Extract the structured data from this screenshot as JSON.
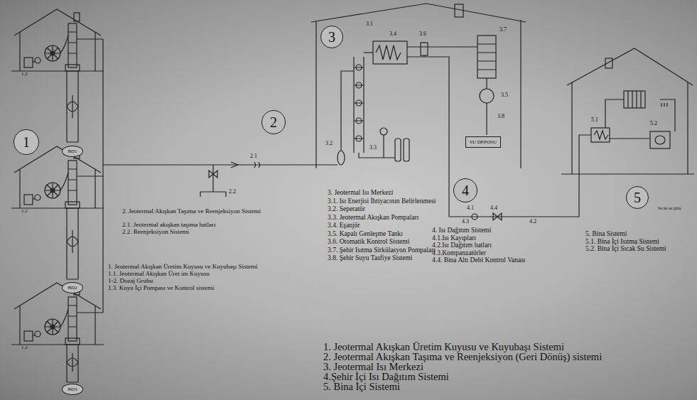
{
  "diagram": {
    "nodes": [
      {
        "text": [
          "1"
        ]
      },
      {
        "text": [
          "BD1"
        ]
      },
      {
        "text": [
          "BD2"
        ]
      },
      {
        "text": [
          "BD3"
        ]
      },
      {
        "text": [
          "2"
        ]
      },
      {
        "text": [
          "3"
        ]
      },
      {
        "text": [
          "SU DEPOSU"
        ]
      },
      {
        "text": [
          "4"
        ]
      },
      {
        "text": [
          "5"
        ]
      }
    ],
    "labels": [
      "1.2",
      "1.2",
      "1.2",
      "2.1",
      "2.2",
      "3.1",
      "3.4",
      "3.6",
      "3.7",
      "3.5",
      "3.8",
      "3.2",
      "3.3",
      "4.1",
      "4.4",
      "4.3",
      "4.2",
      "5.1",
      "5.2",
      "Sıcak su giriş",
      "2. Jeotermal Akışkan Taşıma ve Reenjeksiyon Sistemi",
      "2.1. Jeotermal akışkan taşıma hatları",
      "2.2. Reenjeksiyon Sistemi",
      "3. Jeotermal Isı Merkezi",
      "3.1. Isı Enerjisi İhtiyacının Belirlenmesi",
      "3.2. Seperatör",
      "3.3. Jeotermal Akışkan Pompaları",
      "3.4. Eşanjör",
      "3.5. Kapalı Genleşme Tankı",
      "3.6. Otomatik Kontrol Sistemi",
      "3.7. Şehir Isıtma Sirkülasyon Pompaları",
      "3.8. Şehir Suyu Tasfiye Sistemi",
      "4. Isı Dağıtım Sistemi",
      "4.1.Isı Kayıpları",
      "4.2.Isı Dağıtım hatları",
      "4.3.Kompanzatörler",
      "4.4. Bina Altı Debi Kontrol Vanası",
      "5. Bina Sistemi",
      "5.1. Bina İçi Isıtma Sistemi",
      "5.2. Bina İçi Sıcak Su Sistemi",
      "1. Jeotermal Akışkan Üretim Kuyusu ve Kuyubaşı Sistemi",
      "1.1. Jeotermal Akışkan Üret im Kuyusu",
      "1-2. Dozaj Grubu",
      "1.3. Kuyu İçi Pompası ve Kontrol sistemi",
      "1. Jeotermal Akışkan Üretim Kuyusu ve Kuyubaşı Sistemi",
      "2. Jeotermal Akışkan Taşıma ve Reenjeksiyon (Geri Dönüş) sistemi",
      "3. Jeotermal Isı Merkezi",
      "4.Şehir İçi Isı Dağıtım Sistemi",
      "5. Bina İçi Sistemi"
    ]
  }
}
